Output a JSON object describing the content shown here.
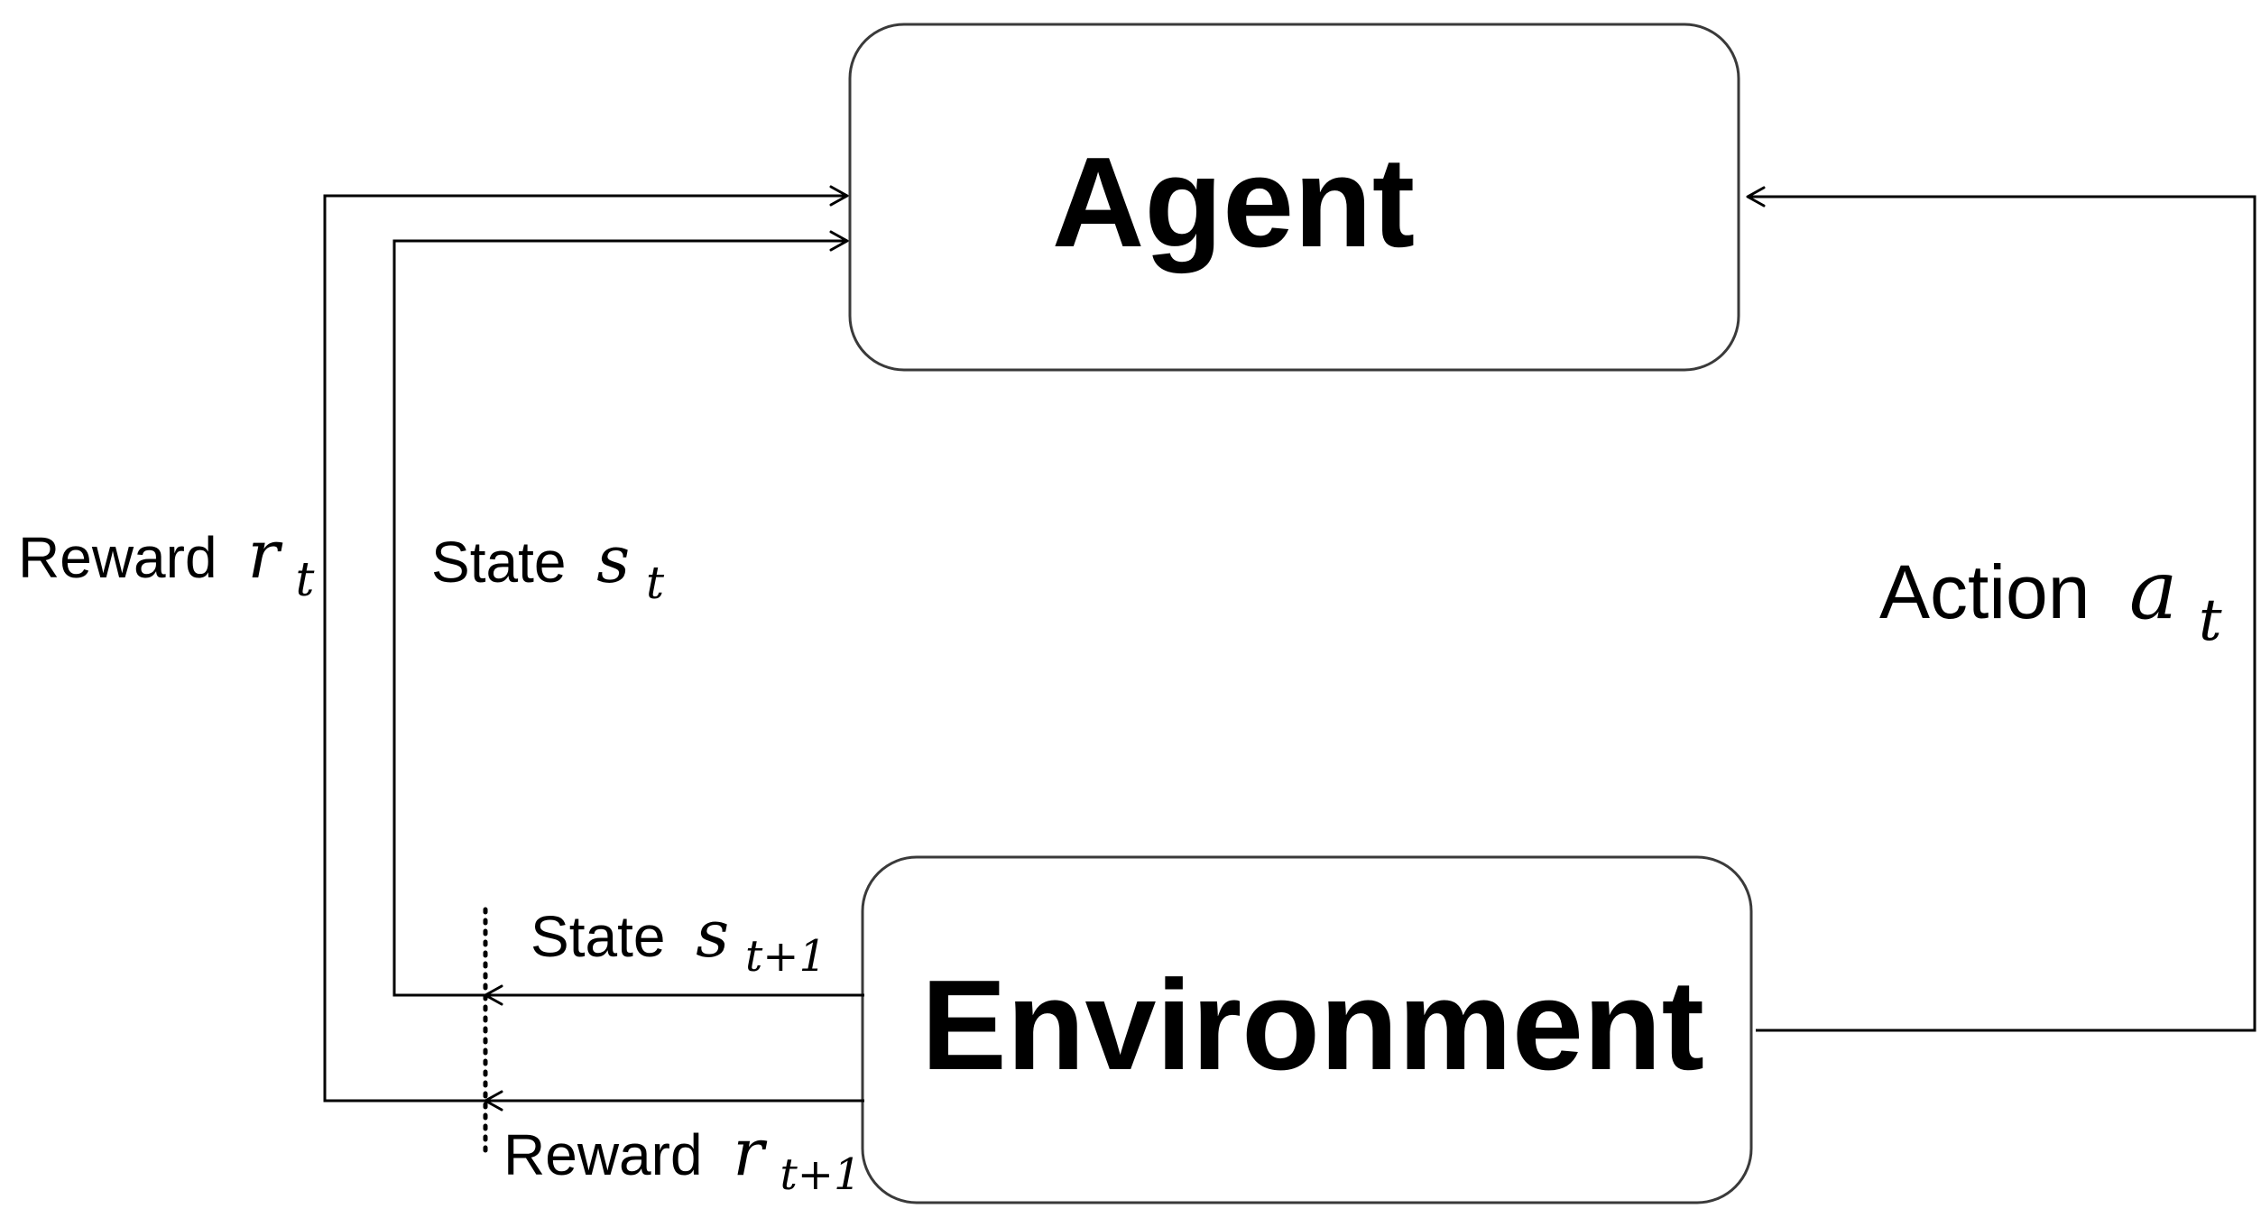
{
  "nodes": {
    "agent": {
      "label": "Agent"
    },
    "environment": {
      "label": "Environment"
    }
  },
  "edges": {
    "reward_t": {
      "text": "Reward",
      "symbol": "r",
      "sub": "t"
    },
    "state_t": {
      "text": "State",
      "symbol": "s",
      "sub": "t"
    },
    "action_t": {
      "text": "Action",
      "symbol": "a",
      "sub": "t"
    },
    "state_next": {
      "text": "State",
      "symbol": "s",
      "sub": "t+1"
    },
    "reward_next": {
      "text": "Reward",
      "symbol": "r",
      "sub": "t+1"
    }
  },
  "colors": {
    "stroke": "#000000",
    "box_stroke": "#3a3a3a",
    "background": "#ffffff"
  }
}
